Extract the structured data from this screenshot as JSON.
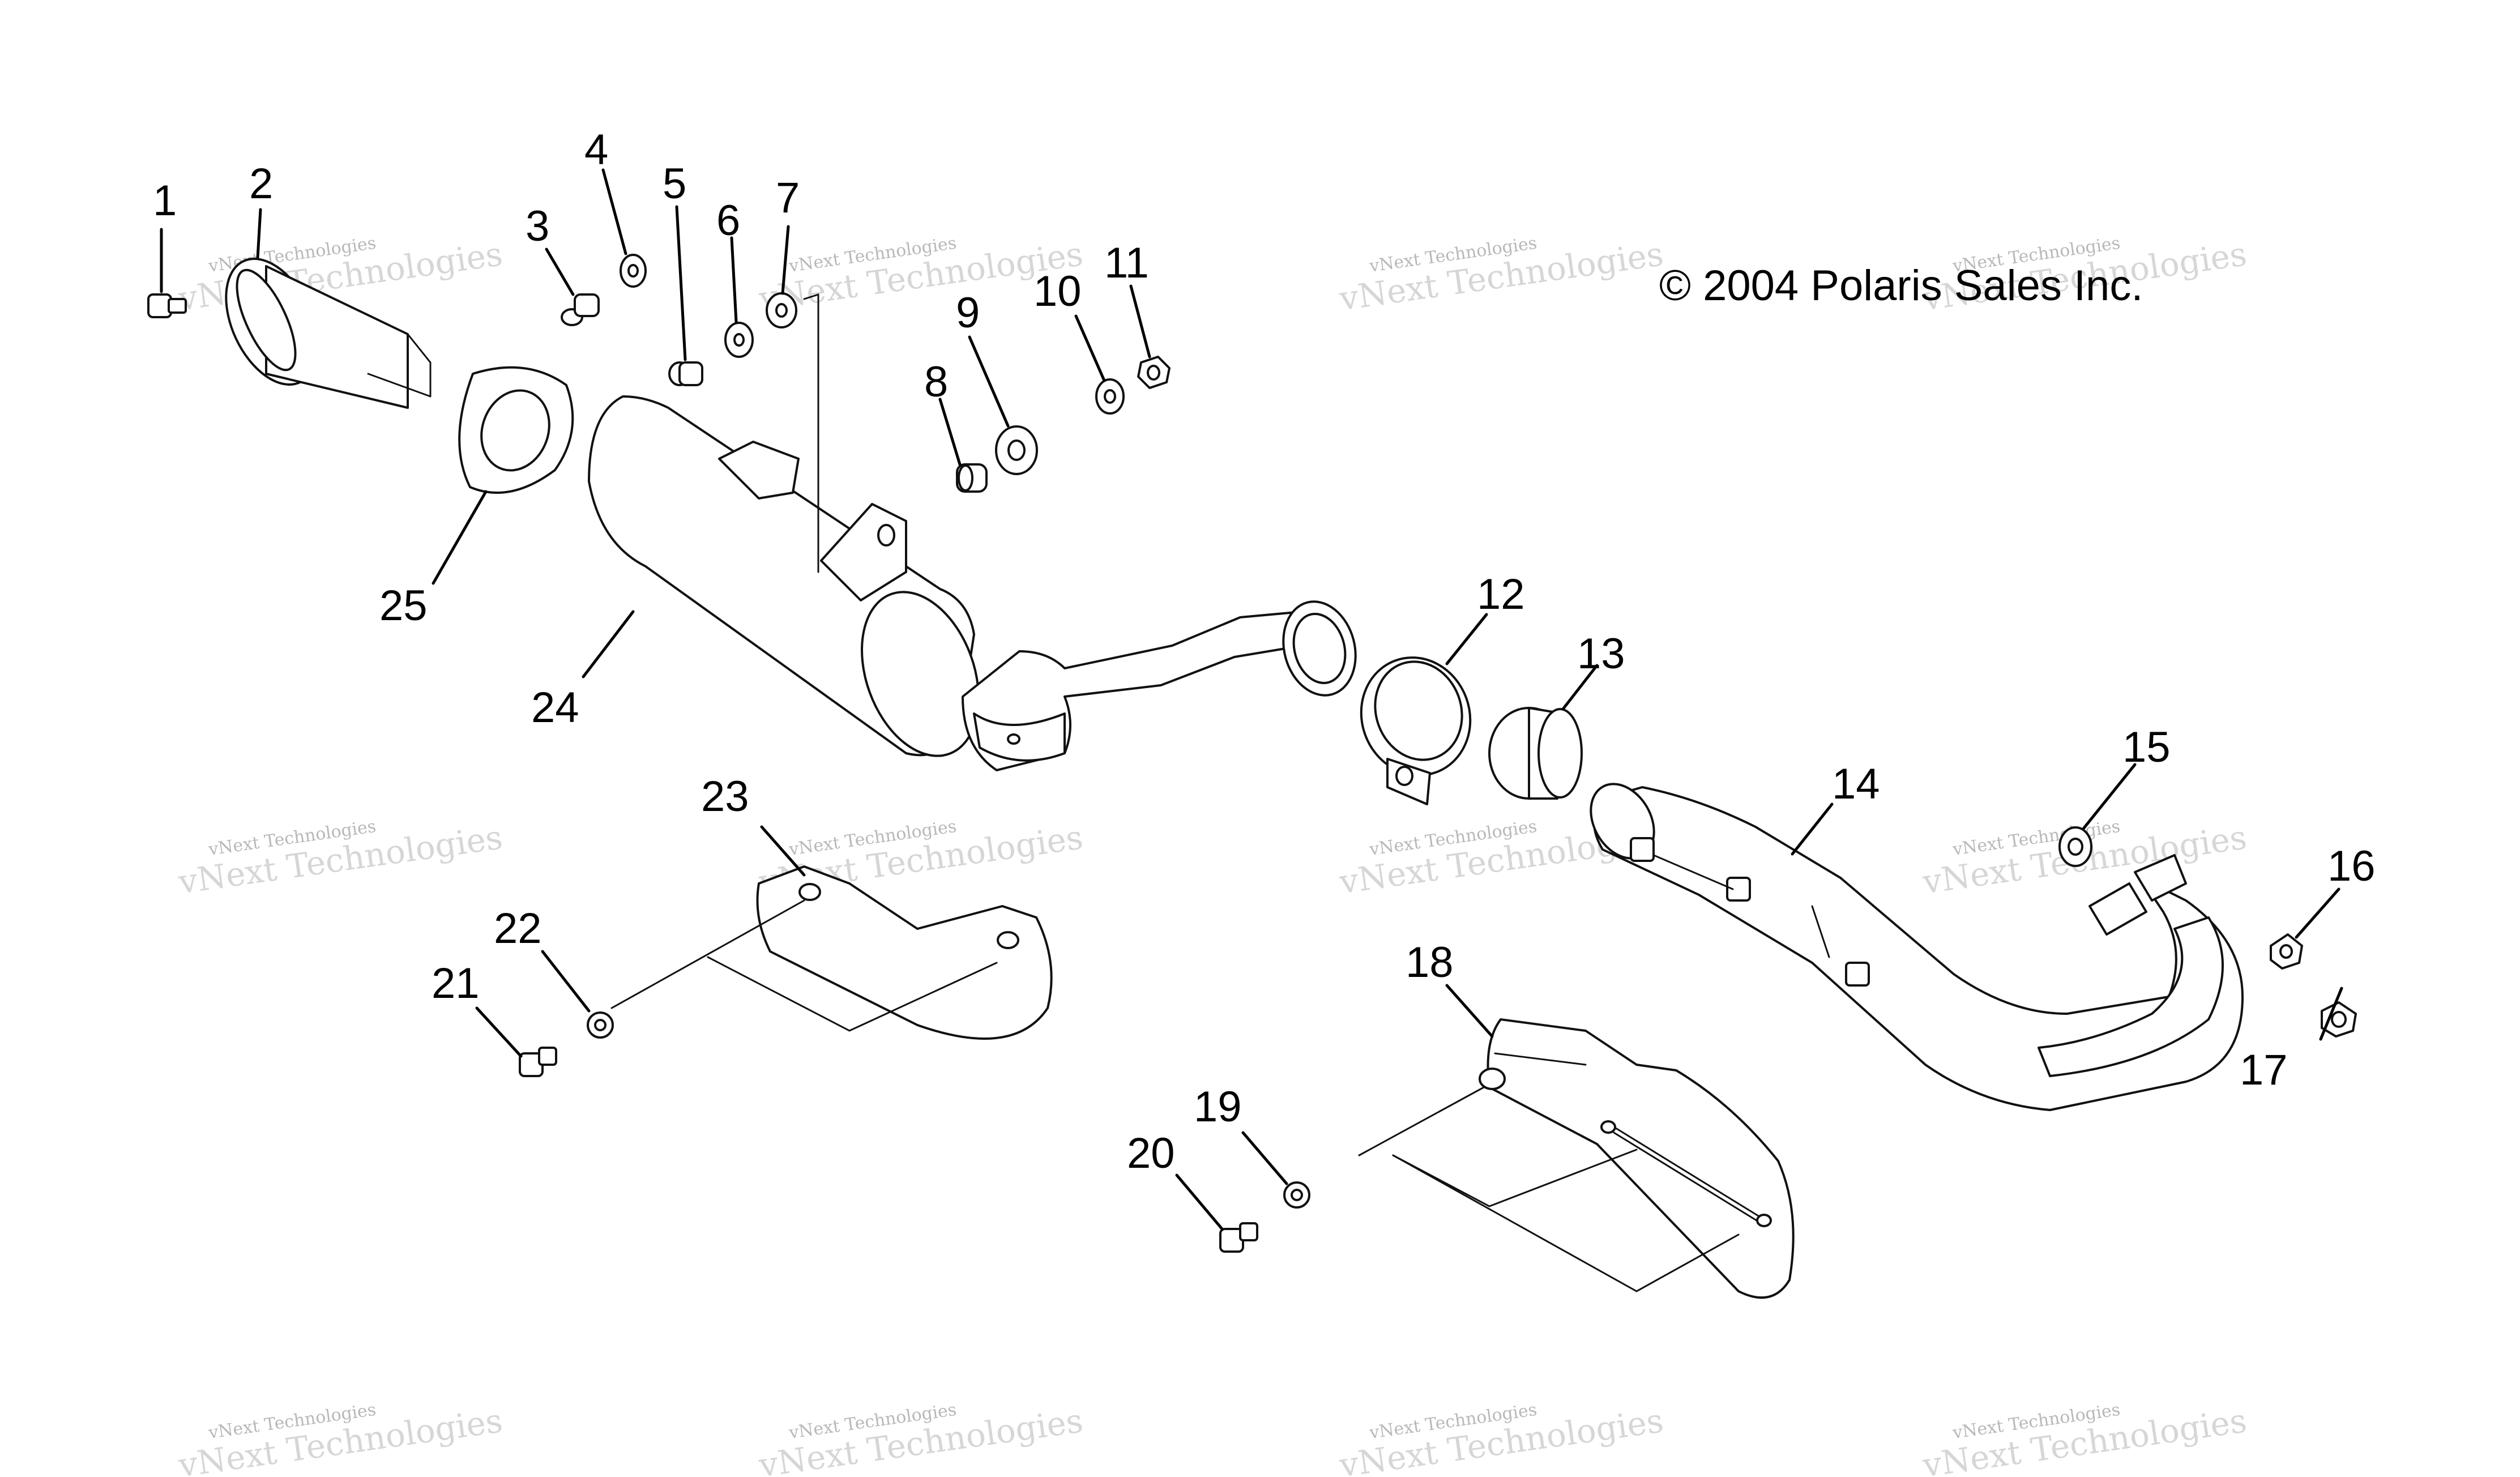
{
  "copyright": "© 2004 Polaris Sales Inc.",
  "watermark": {
    "line1": "vNext Technologies",
    "line2": "vNext Technologies"
  },
  "colors": {
    "ink": "#000000",
    "watermark": "#b8b8b8",
    "background": "#ffffff"
  },
  "callouts": [
    "1",
    "2",
    "3",
    "4",
    "5",
    "6",
    "7",
    "8",
    "9",
    "10",
    "11",
    "12",
    "13",
    "14",
    "15",
    "16",
    "17",
    "18",
    "19",
    "20",
    "21",
    "22",
    "23",
    "24",
    "25"
  ]
}
